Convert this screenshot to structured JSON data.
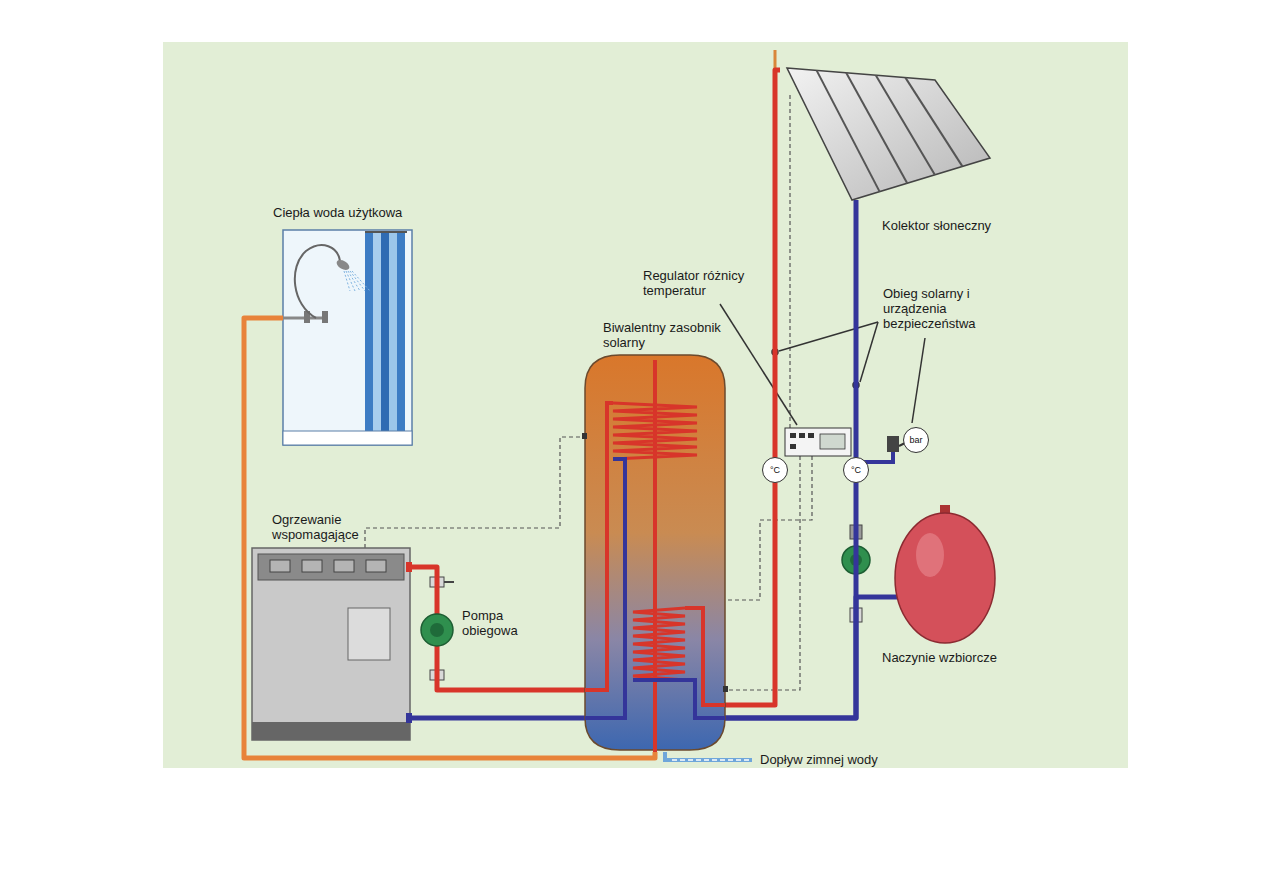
{
  "diagram": {
    "nodes": [
      {
        "text": [
          "Ciepła woda użytkowa"
        ]
      },
      {
        "text": [
          "Kolektor słoneczny"
        ]
      },
      {
        "text": [
          "Biwalentny zasobnik solarny"
        ]
      },
      {
        "text": [
          "Ogrzewanie wspomagające"
        ]
      },
      {
        "text": [
          "Pompa obiegowa"
        ]
      },
      {
        "text": [
          "Naczynie wzbiorcze"
        ]
      }
    ],
    "edges": [
      {
        "from": 1,
        "to": 2,
        "arrow": "none"
      },
      {
        "from": 2,
        "to": 1,
        "arrow": "none"
      },
      {
        "from": 5,
        "to": 2,
        "arrow": "none"
      },
      {
        "from": 3,
        "to": 4,
        "arrow": "none"
      },
      {
        "from": 4,
        "to": 2,
        "arrow": "none"
      },
      {
        "from": 2,
        "to": 3,
        "arrow": "none"
      },
      {
        "from": 2,
        "to": 0,
        "arrow": "none"
      }
    ],
    "labels": [
      "Regulator różnicy temperatur",
      "Obieg solarny i urządzenia bezpieczeństwa",
      "Dopływ zimnej wody",
      "°C",
      "°C",
      "bar"
    ]
  }
}
